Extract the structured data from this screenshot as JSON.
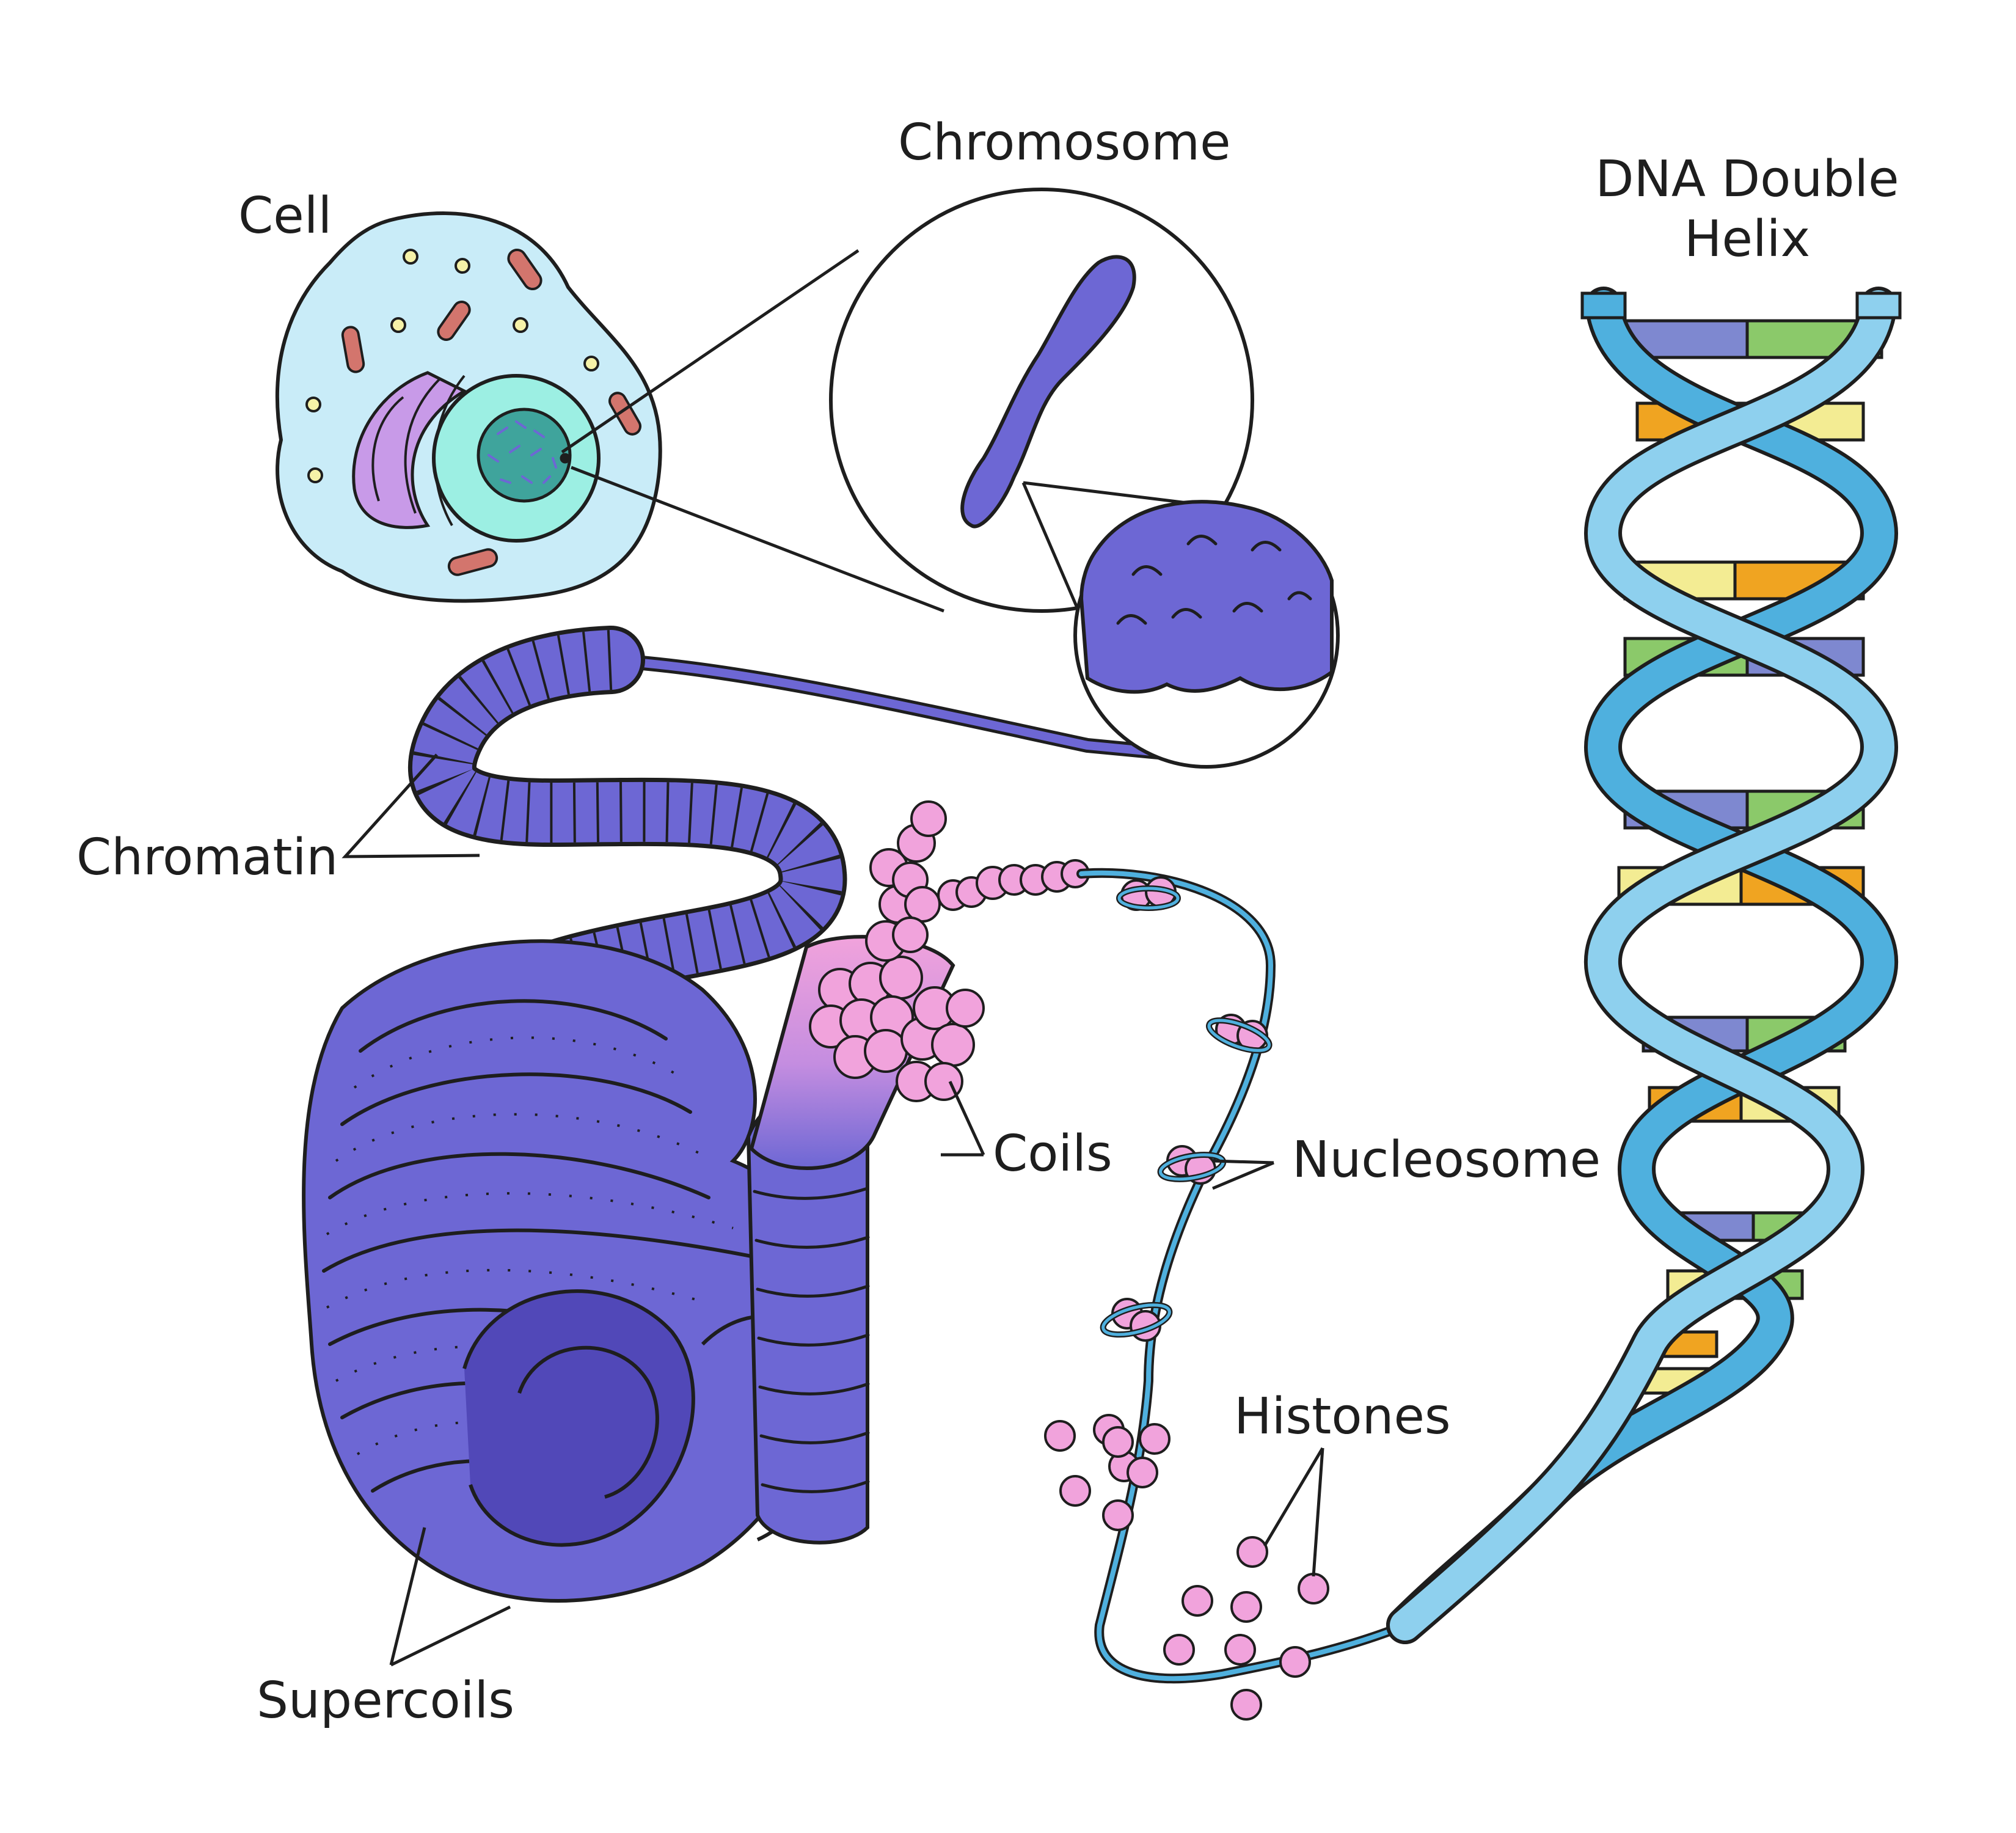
{
  "labels": {
    "cell": "Cell",
    "chromosome": "Chromosome",
    "dna_line1": "DNA Double",
    "dna_line2": "Helix",
    "chromatin": "Chromatin",
    "coils": "Coils",
    "nucleosome": "Nucleosome",
    "histones": "Histones",
    "supercoils": "Supercoils"
  },
  "colors": {
    "outline": "#1e1e1e",
    "chromatin": "#6d67d4",
    "chromatin_shadow": "#5148b8",
    "cell_fill": "#c9ecf8",
    "cell_inner": "#9cefe3",
    "nucleus": "#3fa49c",
    "golgi": "#c89ae8",
    "mito": "#d3756d",
    "vesicle": "#f6f2a8",
    "histone": "#f1a3dc",
    "dna_strand": "#4fb0de",
    "dna_strand_light": "#8ed0ee",
    "base_blue": "#7e88d0",
    "base_green": "#8bc96a",
    "base_orange": "#f0a421",
    "base_yellow": "#f3ec93",
    "base_white": "#ffffff"
  }
}
